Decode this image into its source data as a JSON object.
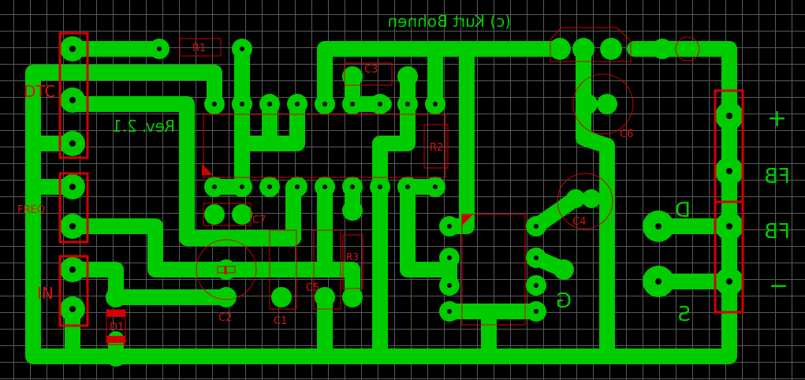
{
  "board": {
    "copyright": "(c) Kurt Bohnen",
    "revision": "Rev. 2.1"
  },
  "connectors": {
    "dtc": "DTC",
    "freq": "FREQ",
    "in": "IN"
  },
  "components": {
    "r1": "R1",
    "r2": "R2",
    "r3": "R3",
    "c1": "C1",
    "c2": "C2",
    "c3": "C3",
    "c4": "C4",
    "c5": "C5",
    "c6": "C6",
    "c7": "C7",
    "d1": "D1"
  },
  "pins": {
    "plus": "+",
    "minus": "−",
    "fb_top": "FB",
    "fb_bottom": "FB",
    "d": "D",
    "s": "S",
    "g": "G"
  },
  "colors": {
    "copper": "#00cc00",
    "silkscreen": "#d40000",
    "background": "#000000",
    "grid": "#5a5a5a"
  }
}
